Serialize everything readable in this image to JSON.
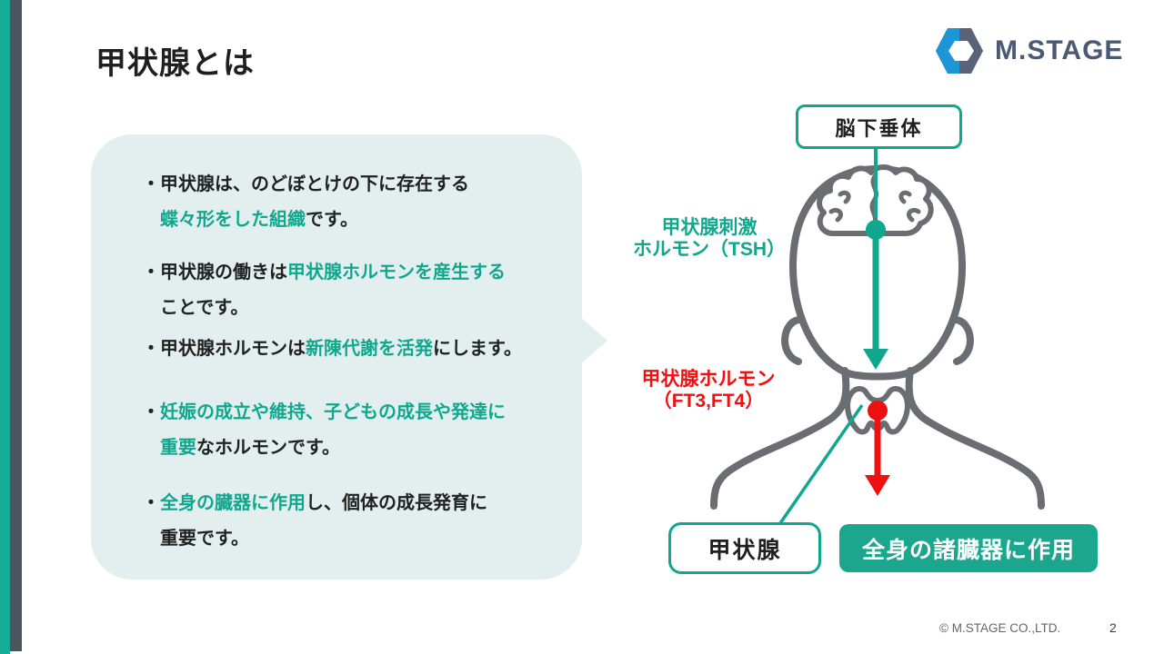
{
  "slide": {
    "title": "甲状腺とは",
    "footer": "© M.STAGE CO.,LTD.",
    "page_number": "2"
  },
  "logo": {
    "text": "M.STAGE",
    "icon": "hexagon-gem-icon",
    "blue": "#1E95D4",
    "dark": "#5A6377",
    "text_color": "#4A5A74"
  },
  "colors": {
    "accent_teal": "#10A78E",
    "box_fill_teal": "#1BA78D",
    "red": "#EE1111",
    "figure_gray": "#6A6E73",
    "bubble_bg": "#E3EFEF",
    "bar_teal": "#16AC98",
    "bar_slate": "#4A5560"
  },
  "bubble": {
    "bullets": [
      {
        "lines": [
          [
            {
              "text": "・甲状腺は、のどぼとけの下に存在する",
              "teal": false
            }
          ],
          [
            {
              "text": "蝶々形をした組織",
              "teal": true
            },
            {
              "text": "です。",
              "teal": false
            }
          ]
        ]
      },
      {
        "lines": [
          [
            {
              "text": "・甲状腺の働きは",
              "teal": false
            },
            {
              "text": "甲状腺ホルモンを産生する",
              "teal": true
            }
          ],
          [
            {
              "text": "ことです。",
              "teal": false
            }
          ]
        ]
      },
      {
        "lines": [
          [
            {
              "text": "・甲状腺ホルモンは",
              "teal": false
            },
            {
              "text": "新陳代謝を活発",
              "teal": true
            },
            {
              "text": "にします。",
              "teal": false
            }
          ]
        ]
      },
      {
        "lines": [
          [
            {
              "text": "・",
              "teal": false
            },
            {
              "text": "妊娠の成立や維持、子どもの成長や発達に",
              "teal": true
            }
          ],
          [
            {
              "text": "重要",
              "teal": true
            },
            {
              "text": "なホルモンです。",
              "teal": false
            }
          ]
        ]
      },
      {
        "lines": [
          [
            {
              "text": "・",
              "teal": false
            },
            {
              "text": "全身の臓器に作用",
              "teal": true
            },
            {
              "text": "し、個体の成長発育に",
              "teal": false
            }
          ],
          [
            {
              "text": "重要です。",
              "teal": false
            }
          ]
        ]
      }
    ]
  },
  "diagram": {
    "pituitary_label": "脳下垂体",
    "tsh_label_line1": "甲状腺刺激",
    "tsh_label_line2": "ホルモン（TSH）",
    "hormone_label_line1": "甲状腺ホルモン",
    "hormone_label_line2": "（FT3,FT4）",
    "thyroid_label": "甲状腺",
    "action_label": "全身の諸臓器に作用"
  }
}
